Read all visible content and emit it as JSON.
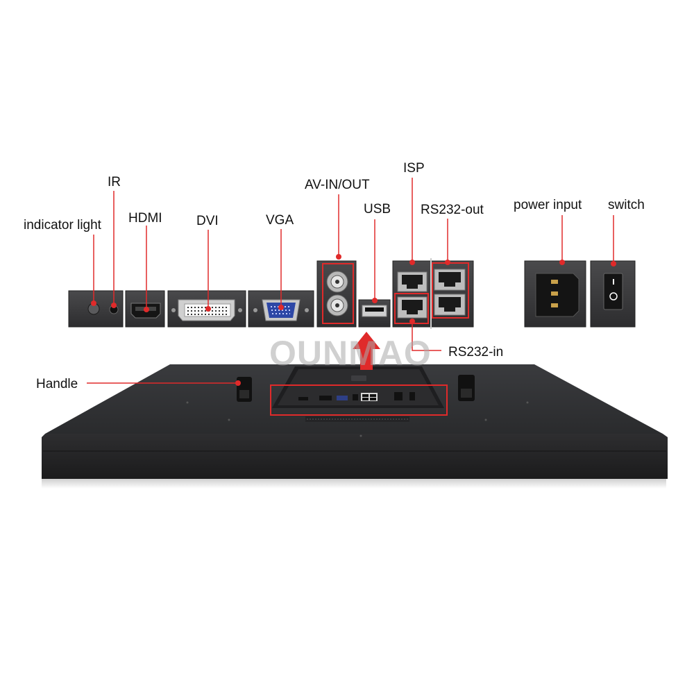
{
  "labels": {
    "ir": "IR",
    "indicator_light": "indicator light",
    "hdmi": "HDMI",
    "dvi": "DVI",
    "vga": "VGA",
    "av_in_out": "AV-IN/OUT",
    "usb": "USB",
    "isp": "ISP",
    "rs232_out": "RS232-out",
    "power_input": "power input",
    "switch": "switch",
    "rs232_in": "RS232-in",
    "handle": "Handle"
  },
  "watermark": "OUNMAO",
  "icons": {
    "callout_marker": "red-dot-pointer",
    "direction": "up-arrow-icon"
  },
  "colors": {
    "callout": "#e02a2a",
    "panel": "#2b2b2d",
    "panel_edge": "#1a1a1a",
    "port_box": "#3a3a3c"
  }
}
